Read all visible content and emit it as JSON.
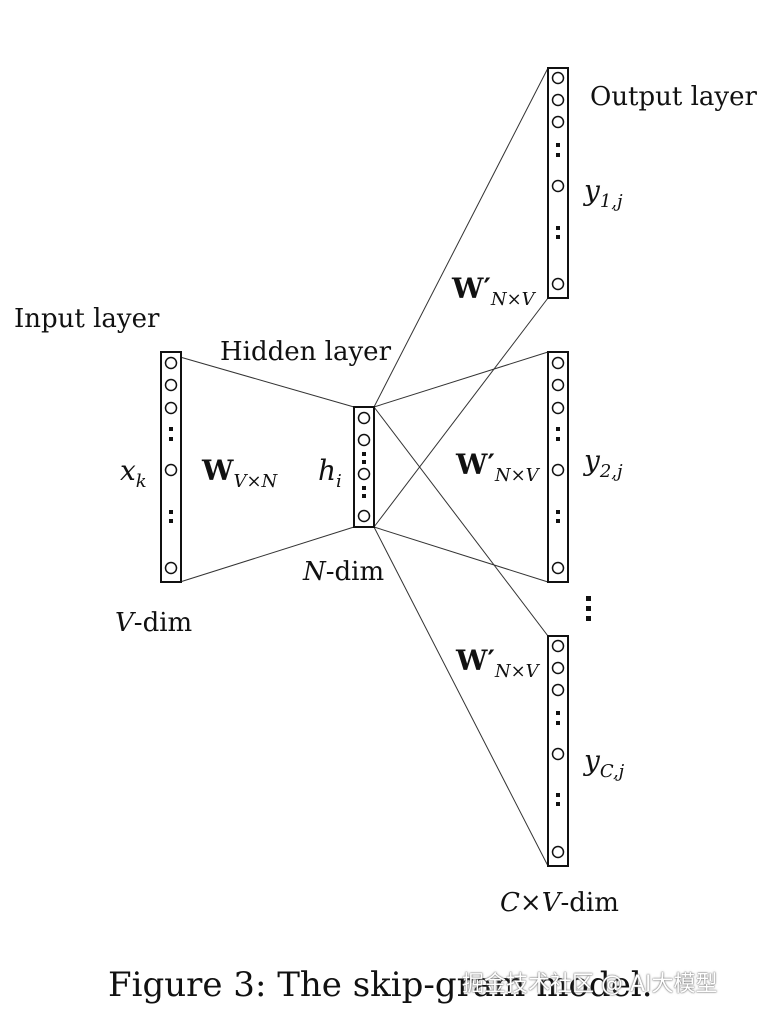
{
  "labels": {
    "input_layer": "Input layer",
    "hidden_layer": "Hidden layer",
    "output_layer": "Output layer",
    "v_dim_v": "V",
    "v_dim_rest": "-dim",
    "n_dim_n": "N",
    "n_dim_rest": "-dim",
    "cv_dim_c": "C",
    "cv_dim_times": "×",
    "cv_dim_v": "V",
    "cv_dim_rest": "-dim",
    "x_k_base": "x",
    "x_k_sub": "k",
    "h_i_base": "h",
    "h_i_sub": "i",
    "w_in_base": "W",
    "w_in_sub": "V×N",
    "w_out_base": "W′",
    "w_out_sub": "N×V",
    "y1_base": "y",
    "y1_sub": "1,j",
    "y2_base": "y",
    "y2_sub": "2,j",
    "yc_base": "y",
    "yc_sub": "C,j"
  },
  "caption": "Figure 3: The skip-gram model.",
  "watermark": "掘金技术社区 @ AI大模型"
}
